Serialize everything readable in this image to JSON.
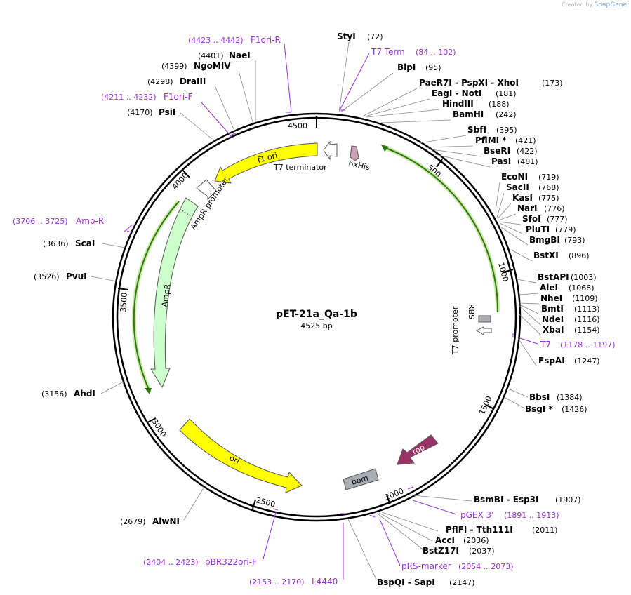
{
  "credit": {
    "prefix": "Created by",
    "brand": "SnapGene"
  },
  "plasmid": {
    "name": "pET-21a_Qa-1b",
    "size": "4525 bp"
  },
  "ticks": [
    {
      "label": "500"
    },
    {
      "label": "1000"
    },
    {
      "label": "1500"
    },
    {
      "label": "2000"
    },
    {
      "label": "2500"
    },
    {
      "label": "3000"
    },
    {
      "label": "3500"
    },
    {
      "label": "4000"
    },
    {
      "label": "4500"
    }
  ],
  "features": [
    {
      "label": "f1 ori",
      "color": "#ffff00"
    },
    {
      "label": "T7 terminator",
      "color": "#ffffff"
    },
    {
      "label": "6xHis",
      "color": "#c9a2b8"
    },
    {
      "label": "AmpR promoter",
      "color": "#ffffff"
    },
    {
      "label": "AmpR",
      "color": "#ccffcc"
    },
    {
      "label": "RBS",
      "color": "#a9aeb6"
    },
    {
      "label": "T7 promoter",
      "color": "#ffffff"
    },
    {
      "label": "ori",
      "color": "#ffff00"
    },
    {
      "label": "rop",
      "color": "#993366"
    },
    {
      "label": "bom",
      "color": "#a9aeb6"
    }
  ],
  "sites_right": [
    {
      "name": "StyI",
      "pos": "(72)"
    },
    {
      "name": "BlpI",
      "pos": "(95)"
    },
    {
      "name": "PaeR7I  - PspXI  - XhoI",
      "pos": "(173)"
    },
    {
      "name": "EagI  - NotI",
      "pos": "(181)"
    },
    {
      "name": "HindIII",
      "pos": "(188)"
    },
    {
      "name": "BamHI",
      "pos": "(242)"
    },
    {
      "name": "SbfI",
      "pos": "(395)"
    },
    {
      "name": "PflMI *",
      "pos": "(421)"
    },
    {
      "name": "BseRI",
      "pos": "(422)"
    },
    {
      "name": "PasI",
      "pos": "(481)"
    },
    {
      "name": "EcoNI",
      "pos": "(719)"
    },
    {
      "name": "SacII",
      "pos": "(768)"
    },
    {
      "name": "KasI",
      "pos": "(775)"
    },
    {
      "name": "NarI",
      "pos": "(776)"
    },
    {
      "name": "SfoI",
      "pos": "(777)"
    },
    {
      "name": "PluTI",
      "pos": "(779)"
    },
    {
      "name": "BmgBI",
      "pos": "(793)"
    },
    {
      "name": "BstXI",
      "pos": "(896)"
    },
    {
      "name": "BstAPI",
      "pos": "(1003)"
    },
    {
      "name": "AleI",
      "pos": "(1068)"
    },
    {
      "name": "NheI",
      "pos": "(1109)"
    },
    {
      "name": "BmtI",
      "pos": "(1113)"
    },
    {
      "name": "NdeI",
      "pos": "(1116)"
    },
    {
      "name": "XbaI",
      "pos": "(1154)"
    },
    {
      "name": "FspAI",
      "pos": "(1247)"
    },
    {
      "name": "BbsI",
      "pos": "(1384)"
    },
    {
      "name": "BsgI *",
      "pos": "(1426)"
    },
    {
      "name": "BsmBI  - Esp3I",
      "pos": "(1907)"
    },
    {
      "name": "PflFI  - Tth111I",
      "pos": "(2011)"
    },
    {
      "name": "AccI",
      "pos": "(2036)"
    },
    {
      "name": "BstZ17I",
      "pos": "(2037)"
    },
    {
      "name": "BspQI  - SapI",
      "pos": "(2147)"
    }
  ],
  "sites_left": [
    {
      "name": "NaeI",
      "pos": "(4401)"
    },
    {
      "name": "NgoMIV",
      "pos": "(4399)"
    },
    {
      "name": "DraIII",
      "pos": "(4298)"
    },
    {
      "name": "PsiI",
      "pos": "(4170)"
    },
    {
      "name": "ScaI",
      "pos": "(3636)"
    },
    {
      "name": "PvuI",
      "pos": "(3526)"
    },
    {
      "name": "AhdI",
      "pos": "(3156)"
    },
    {
      "name": "AlwNI",
      "pos": "(2679)"
    }
  ],
  "primers": [
    {
      "name": "T7 Term",
      "pos": "(84 .. 102)"
    },
    {
      "name": "T7",
      "pos": "(1178 .. 1197)"
    },
    {
      "name": "pGEX 3'",
      "pos": "(1891 .. 1913)"
    },
    {
      "name": "pRS-marker",
      "pos": "(2054 .. 2073)"
    },
    {
      "name": "L4440",
      "pos": "(2153 .. 2170)"
    },
    {
      "name": "pBR322ori-F",
      "pos": "(2404 .. 2423)"
    },
    {
      "name": "Amp-R",
      "pos": "(3706 .. 3725)"
    },
    {
      "name": "F1ori-F",
      "pos": "(4211 .. 4232)"
    },
    {
      "name": "F1ori-R",
      "pos": "(4423 .. 4442)"
    }
  ]
}
